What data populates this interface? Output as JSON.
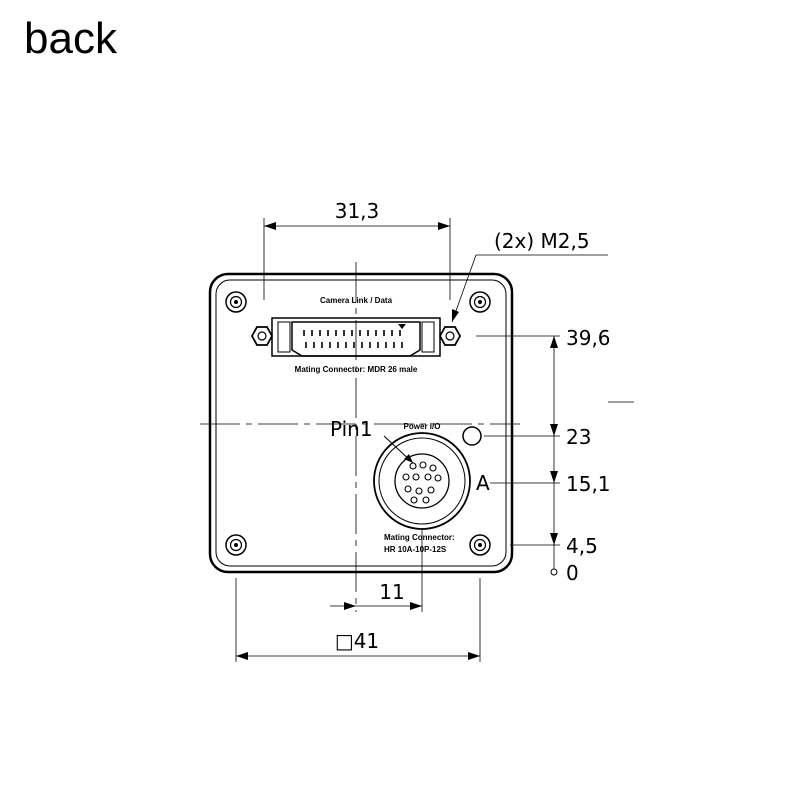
{
  "title": "back",
  "labels": {
    "width_top": "31,3",
    "thread_callout": "(2x) M2,5",
    "pin1": "Pin1",
    "pin_a": "A",
    "power_io": "Power I/O",
    "camera_link": "Camera Link / Data",
    "mating_mdr": "Mating Connector: MDR 26 male",
    "mating_hr_1": "Mating Connector:",
    "mating_hr_2": "HR 10A-10P-12S",
    "offset_11": "11",
    "square_41": "□41"
  },
  "vertical_dims": [
    "39,6",
    "23",
    "15,1",
    "4,5",
    "0"
  ]
}
